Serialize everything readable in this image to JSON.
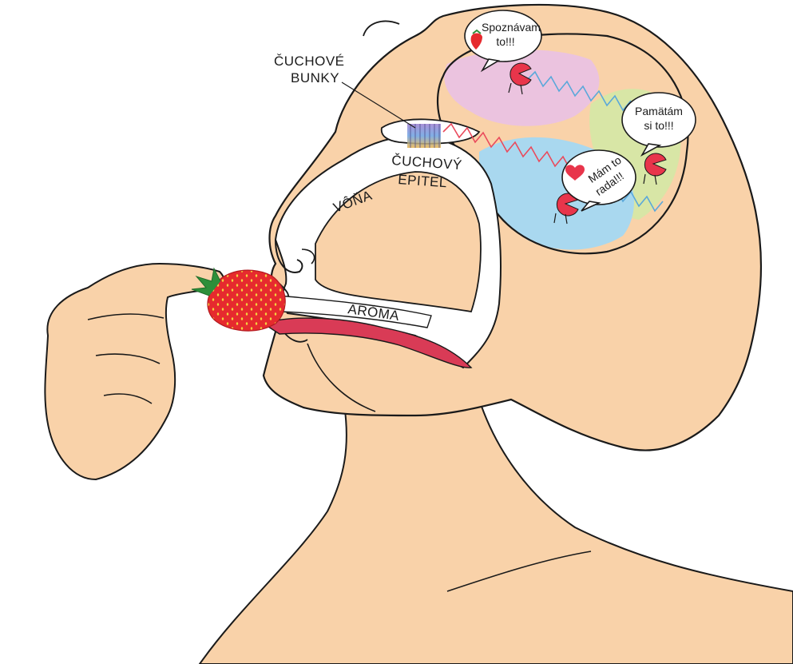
{
  "labels": {
    "olfactory_cells": [
      "ČUCHOVÉ",
      "BUNKY"
    ],
    "olfactory_epithelium": [
      "ČUCHOVÝ",
      "EPITEL"
    ],
    "smell": "VÔŇA",
    "aroma": "ARÓMA"
  },
  "bubbles": {
    "recognize": [
      "Spoznávam",
      "to!!!"
    ],
    "remember": [
      "Pamätám",
      "si to!!!"
    ],
    "like": [
      "Mám to",
      "rada!!!"
    ]
  },
  "colors": {
    "skin": "#f9d2a9",
    "outline": "#1a1a1a",
    "region_pink": "#ebc3df",
    "region_green": "#d8e6a6",
    "region_blue": "#a9d8ef",
    "signal_red": "#ea4a5c",
    "signal_blue": "#5aa8da",
    "neuron_red": "#e8354b",
    "strawberry": "#e62a2e",
    "tongue": "#d93b56",
    "leaf": "#2d8f3a"
  }
}
